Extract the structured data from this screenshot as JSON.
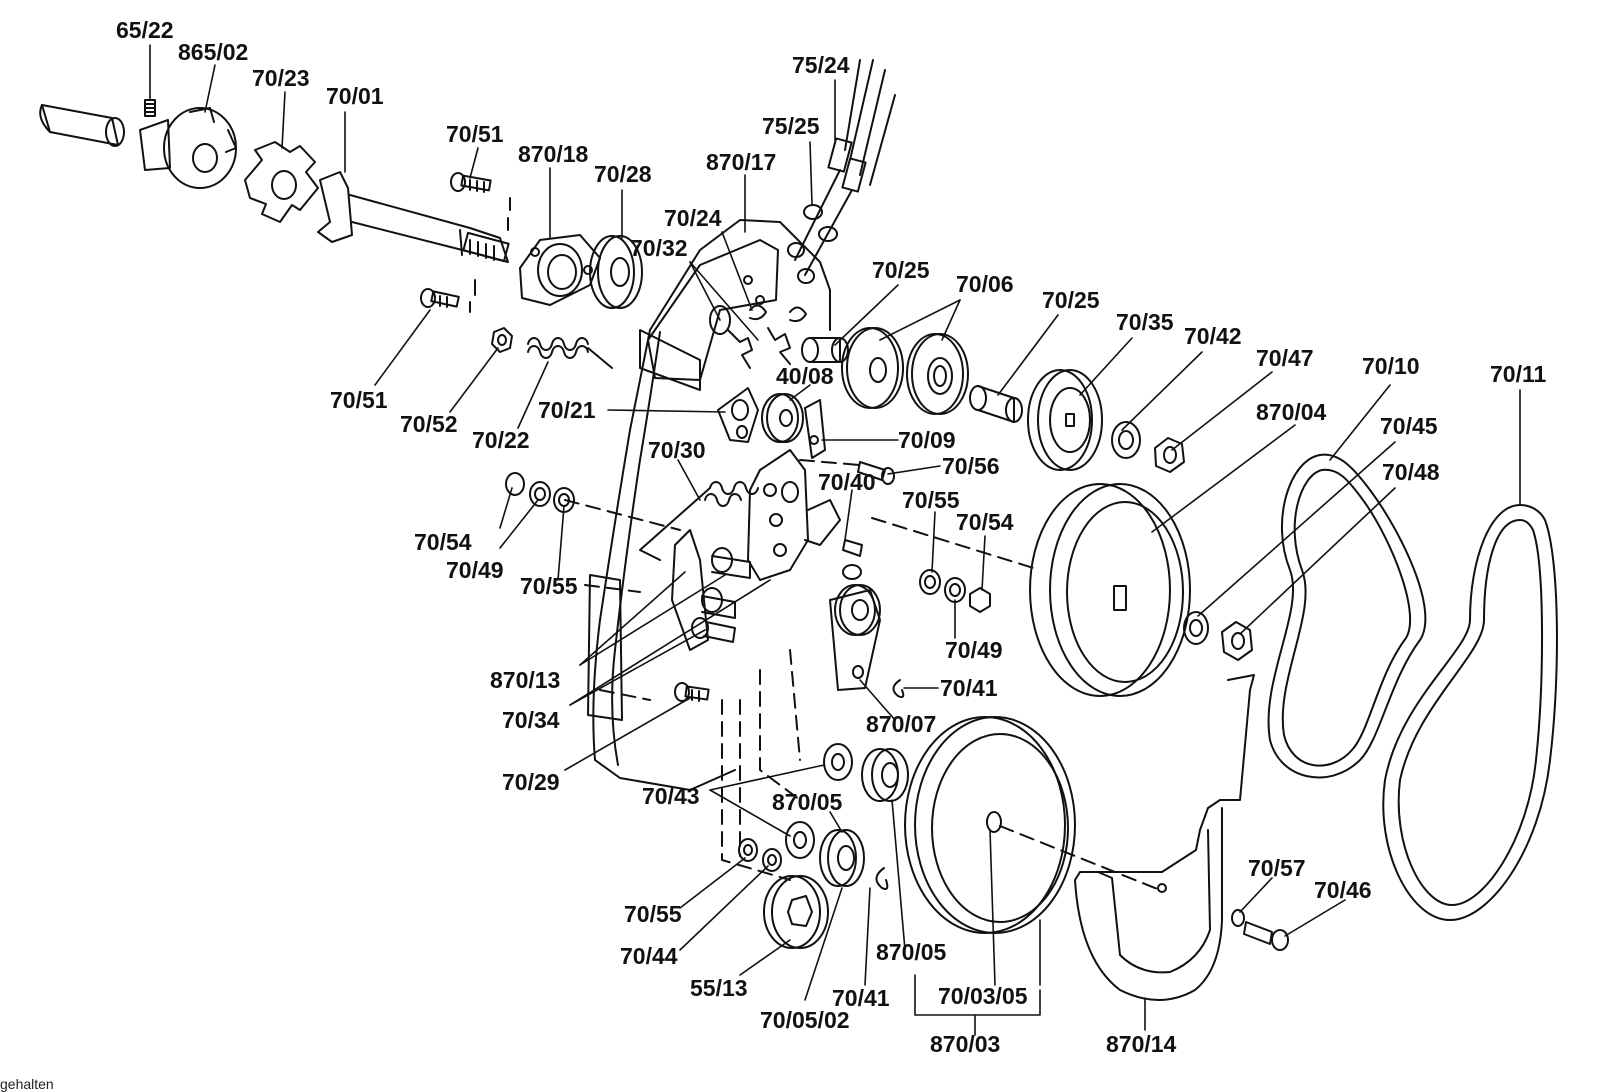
{
  "labels": [
    {
      "id": "L01",
      "text": "65/22"
    },
    {
      "id": "L02",
      "text": "865/02"
    },
    {
      "id": "L03",
      "text": "70/23"
    },
    {
      "id": "L04",
      "text": "70/01"
    },
    {
      "id": "L05",
      "text": "70/51"
    },
    {
      "id": "L06",
      "text": "870/18"
    },
    {
      "id": "L07",
      "text": "70/28"
    },
    {
      "id": "L08",
      "text": "870/17"
    },
    {
      "id": "L09",
      "text": "75/24"
    },
    {
      "id": "L10",
      "text": "75/25"
    },
    {
      "id": "L11",
      "text": "70/24"
    },
    {
      "id": "L12",
      "text": "70/32"
    },
    {
      "id": "L13",
      "text": "70/25"
    },
    {
      "id": "L14",
      "text": "70/06"
    },
    {
      "id": "L15",
      "text": "70/25"
    },
    {
      "id": "L16",
      "text": "70/35"
    },
    {
      "id": "L17",
      "text": "70/42"
    },
    {
      "id": "L18",
      "text": "70/47"
    },
    {
      "id": "L19",
      "text": "70/10"
    },
    {
      "id": "L20",
      "text": "70/11"
    },
    {
      "id": "L21",
      "text": "70/51"
    },
    {
      "id": "L22",
      "text": "70/52"
    },
    {
      "id": "L23",
      "text": "70/22"
    },
    {
      "id": "L24",
      "text": "70/21"
    },
    {
      "id": "L25",
      "text": "40/08"
    },
    {
      "id": "L26",
      "text": "70/09"
    },
    {
      "id": "L27",
      "text": "870/04"
    },
    {
      "id": "L28",
      "text": "70/45"
    },
    {
      "id": "L29",
      "text": "70/30"
    },
    {
      "id": "L30",
      "text": "70/56"
    },
    {
      "id": "L31",
      "text": "70/40"
    },
    {
      "id": "L32",
      "text": "70/48"
    },
    {
      "id": "L33",
      "text": "70/55"
    },
    {
      "id": "L34",
      "text": "70/54"
    },
    {
      "id": "L35",
      "text": "70/54"
    },
    {
      "id": "L36",
      "text": "70/49"
    },
    {
      "id": "L37",
      "text": "70/55"
    },
    {
      "id": "L38",
      "text": "70/49"
    },
    {
      "id": "L39",
      "text": "870/13"
    },
    {
      "id": "L40",
      "text": "70/41"
    },
    {
      "id": "L41",
      "text": "70/34"
    },
    {
      "id": "L42",
      "text": "870/07"
    },
    {
      "id": "L43",
      "text": "70/29"
    },
    {
      "id": "L44",
      "text": "70/43"
    },
    {
      "id": "L45",
      "text": "870/05"
    },
    {
      "id": "L46",
      "text": "70/57"
    },
    {
      "id": "L47",
      "text": "70/46"
    },
    {
      "id": "L48",
      "text": "70/55"
    },
    {
      "id": "L49",
      "text": "70/44"
    },
    {
      "id": "L50",
      "text": "870/05"
    },
    {
      "id": "L51",
      "text": "55/13"
    },
    {
      "id": "L52",
      "text": "70/41"
    },
    {
      "id": "L53",
      "text": "70/03/05"
    },
    {
      "id": "L54",
      "text": "70/05/02"
    },
    {
      "id": "L55",
      "text": "870/03"
    },
    {
      "id": "L56",
      "text": "870/14"
    }
  ],
  "footer": {
    "text": "gehalten"
  }
}
